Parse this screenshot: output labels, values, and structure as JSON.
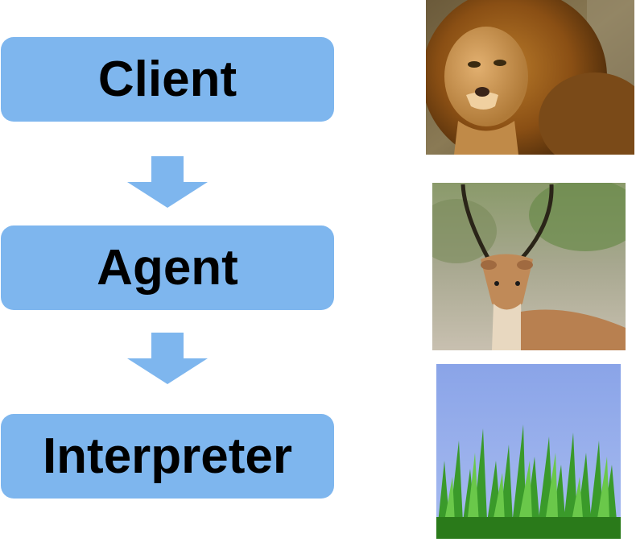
{
  "diagram": {
    "nodes": [
      {
        "id": "client",
        "label": "Client"
      },
      {
        "id": "agent",
        "label": "Agent"
      },
      {
        "id": "interpreter",
        "label": "Interpreter"
      }
    ],
    "edges": [
      {
        "from": "client",
        "to": "agent"
      },
      {
        "from": "agent",
        "to": "interpreter"
      }
    ]
  },
  "images": [
    {
      "subject": "lion-photo"
    },
    {
      "subject": "impala-photo"
    },
    {
      "subject": "grass-photo"
    }
  ],
  "colors": {
    "node_fill": "#7eb6ee",
    "arrow_fill": "#7eb6ee",
    "text": "#000000",
    "background": "#ffffff"
  }
}
